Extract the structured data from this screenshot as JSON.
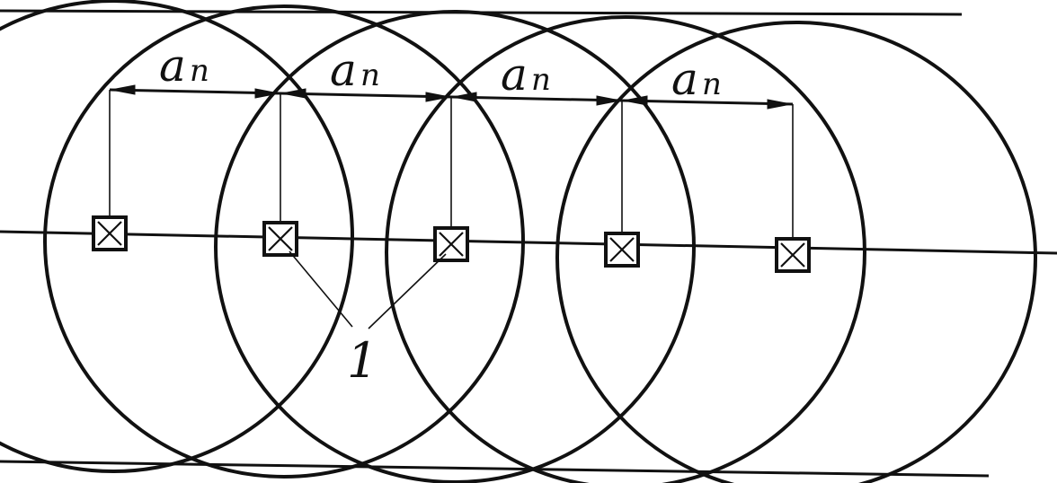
{
  "diagram": {
    "spacing_label": {
      "symbol": "a",
      "subscript": "n"
    },
    "item_label": "1",
    "source_count": 5,
    "spacing_dimensions": 4
  }
}
